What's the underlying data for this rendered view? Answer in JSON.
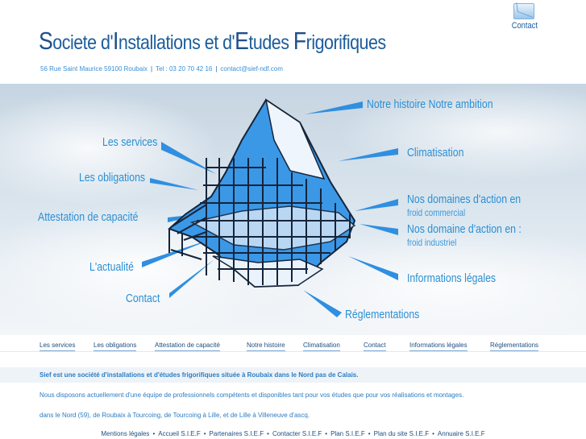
{
  "header": {
    "title_parts": [
      {
        "initial": "S",
        "rest": "ociete d'"
      },
      {
        "initial": "I",
        "rest": "nstallations et d'"
      },
      {
        "initial": "E",
        "rest": "tudes "
      },
      {
        "initial": "F",
        "rest": "rigorifiques"
      }
    ],
    "address": "56 Rue Saint Maurice 59100 Roubaix",
    "phone": "Tel : 03 20 70 42 16",
    "email": "contact@sief-ndf.com",
    "separator": "|",
    "contact_label": "Contact"
  },
  "hero": {
    "links_left": {
      "services": "Les services",
      "obligations": "Les obligations",
      "attestation": "Attestation de capacité",
      "actualite": "L'actualité",
      "contact": "Contact"
    },
    "links_right": {
      "histoire": "Notre histoire Notre ambition",
      "climatisation": "Climatisation",
      "domaines_commercial": "Nos domaines d'action en",
      "domaines_commercial_sub": "froid commercial",
      "domaine_industriel": "Nos domaine d'action en :",
      "domaine_industriel_sub": "froid industriel",
      "informations": "Informations légales",
      "reglementations": "Réglementations"
    },
    "colors": {
      "accent": "#2b8fd4",
      "structure_fill": "#2f8fe0",
      "structure_line": "#16243a"
    }
  },
  "nav": {
    "items": [
      "Les services",
      "Les obligations",
      "Attestation de capacité",
      "Notre histoire",
      "Climatisation",
      "Contact",
      "Informations légales",
      "Réglementations"
    ]
  },
  "content": {
    "intro": "Sief est une société d'installations et d'études frigorifiques située à Roubaix dans le Nord pas de Calais.",
    "para1": "Nous disposons actuellement d'une équipe de professionnels compétents et disponibles tant pour vos études que pour vos réalisations et montages.",
    "para2": "dans le Nord (59), de Roubaix à Tourcoing, de Tourcoing à Lille, et de Lille à Villeneuve d'ascq."
  },
  "footer": {
    "links": [
      "Mentions légales",
      "Accueil S.I.E.F",
      "Partenaires S.I.E.F",
      "Contacter S.I.E.F",
      "Plan S.I.E.F",
      "Plan du site S.I.E.F",
      "Annuaire S.I.E.F"
    ],
    "separator": "•"
  }
}
